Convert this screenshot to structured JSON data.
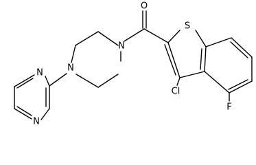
{
  "structure": {
    "atom_labels": {
      "oxygen": "O",
      "sulfur": "S",
      "piperazine_n_right": "N",
      "piperazine_n_left": "N",
      "pyrimidine_n_top": "N",
      "pyrimidine_n_bottom": "N",
      "chlorine": "Cl",
      "fluorine": "F"
    },
    "colors": {
      "bond": "#000000",
      "label": "#000000",
      "background": "#ffffff"
    }
  }
}
